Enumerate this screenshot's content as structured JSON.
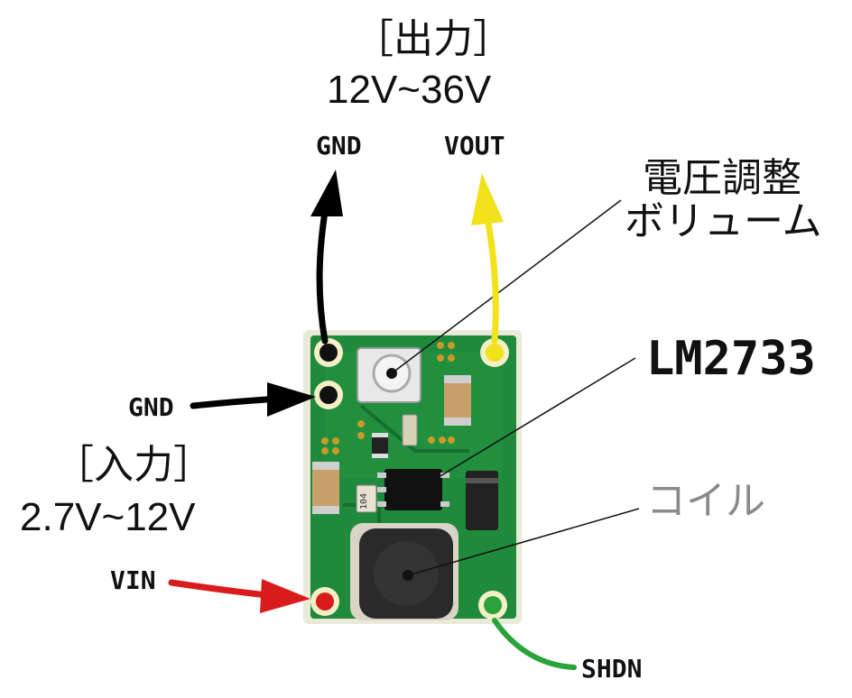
{
  "output": {
    "heading": "［出力］",
    "range": "12V~36V",
    "gnd_label": "GND",
    "vout_label": "VOUT"
  },
  "input": {
    "heading": "［入力］",
    "range": "2.7V~12V",
    "gnd_label": "GND",
    "vin_label": "VIN"
  },
  "shdn_label": "SHDN",
  "callouts": {
    "pot_line1": "電圧調整",
    "pot_line2": "ボリューム",
    "ic": "LM2733",
    "coil": "コイル"
  },
  "board": {
    "resistor_code": "104"
  },
  "colors": {
    "pcb": "#1f8a3c",
    "gnd_arrow": "#000000",
    "vout_arrow": "#f2e21b",
    "vin_arrow": "#d81c1c",
    "shdn_line": "#2aa33a",
    "coil_label": "#8a8a8a"
  }
}
